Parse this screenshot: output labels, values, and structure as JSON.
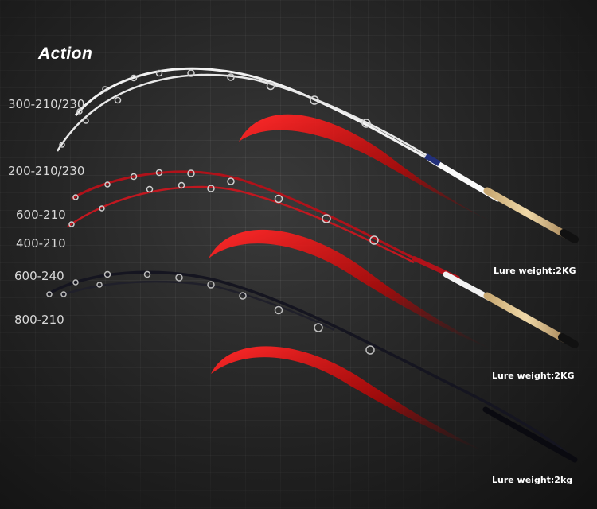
{
  "title": "Action",
  "labels": {
    "l1": "300-210/230",
    "l2": "200-210/230",
    "l3": "600-210",
    "l4": "400-210",
    "l5": "600-240",
    "l6": "800-210"
  },
  "lure_weights": {
    "w1": "Lure weight:2KG",
    "w2": "Lure weight:2KG",
    "w3": "Lure weight:2kg"
  },
  "colors": {
    "white_rod": "#f2f2f2",
    "red_rod": "#b0121a",
    "black_rod": "#151520",
    "swoosh": "#ff1a1a"
  }
}
